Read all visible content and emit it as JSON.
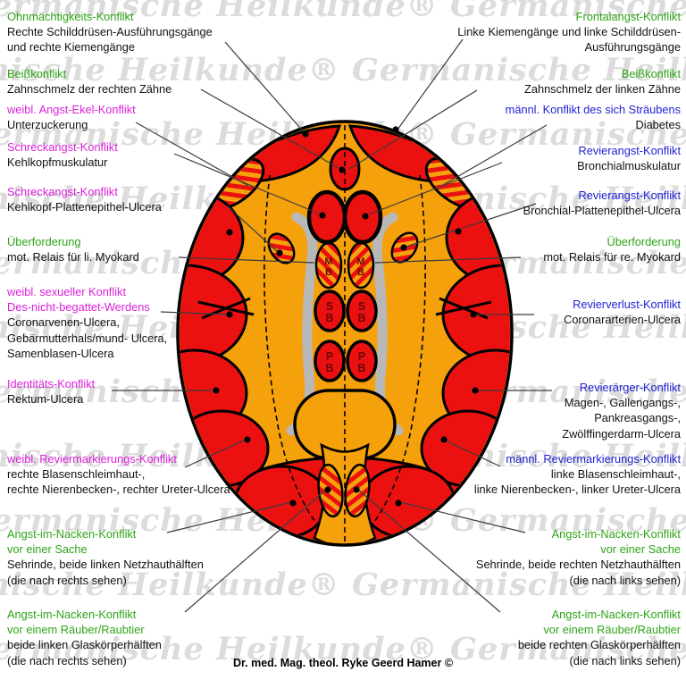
{
  "watermark_text": "Germanische Heilkunde®",
  "credit": "Dr. med. Mag. theol. Ryke Geerd Hamer ©",
  "colors": {
    "green": "#2EA417",
    "magenta": "#DB1FDB",
    "blue": "#2121D6",
    "body_text": "#111111",
    "red": "#EC1111",
    "orange": "#F5A10C",
    "outline": "#000000",
    "ventricle_gray": "#B8B8B8",
    "watermark_gray": "#DCDCDC",
    "leader_line": "#3C3C3C",
    "relay_letter": "#6E0404"
  },
  "relay_letters": {
    "mb": [
      "M",
      "B"
    ],
    "sb": [
      "S",
      "B"
    ],
    "pb": [
      "P",
      "B"
    ]
  },
  "left_labels": [
    {
      "color": "green",
      "title_lines": [
        "Ohnmächtigkeits-Konflikt"
      ],
      "body_lines": [
        "Rechte Schilddrüsen-Ausführungsgänge",
        "und rechte Kiemengänge"
      ]
    },
    {
      "color": "green",
      "title_lines": [
        "Beißkonflikt"
      ],
      "body_lines": [
        "Zahnschmelz der rechten Zähne"
      ]
    },
    {
      "color": "magenta",
      "title_lines": [
        "weibl. Angst-Ekel-Konflikt"
      ],
      "body_lines": [
        "Unterzuckerung"
      ]
    },
    {
      "color": "magenta",
      "title_lines": [
        "Schreckangst-Konflikt"
      ],
      "body_lines": [
        "Kehlkopfmuskulatur"
      ]
    },
    {
      "color": "magenta",
      "title_lines": [
        "Schreckangst-Konflikt"
      ],
      "body_lines": [
        "Kehlkopf-Plattenepithel-Ulcera"
      ]
    },
    {
      "color": "green",
      "title_lines": [
        "Überforderung"
      ],
      "body_lines": [
        "mot. Relais für li. Myokard"
      ]
    },
    {
      "color": "magenta",
      "title_lines": [
        "weibl. sexueller Konflikt",
        "Des-nicht-begattet-Werdens"
      ],
      "body_lines": [
        "Coronarvenen-Ulcera,",
        "Gebärmutterhals/mund- Ulcera,",
        "Samenblasen-Ulcera"
      ]
    },
    {
      "color": "magenta",
      "title_lines": [
        "Identitäts-Konflikt"
      ],
      "body_lines": [
        "Rektum-Ulcera"
      ]
    },
    {
      "color": "magenta",
      "title_lines": [
        "weibl. Reviermarkierungs-Konflikt"
      ],
      "body_lines": [
        "rechte Blasenschleimhaut-,",
        "rechte Nierenbecken-, rechter Ureter-Ulcera"
      ]
    },
    {
      "color": "green",
      "title_lines": [
        "Angst-im-Nacken-Konflikt",
        "vor einer Sache"
      ],
      "body_lines": [
        "Sehrinde, beide linken Netzhauthälften",
        "(die nach rechts sehen)"
      ]
    },
    {
      "color": "green",
      "title_lines": [
        "Angst-im-Nacken-Konflikt",
        "vor einem Räuber/Raubtier"
      ],
      "body_lines": [
        "beide linken Glaskörperhälften",
        "(die nach rechts sehen)"
      ]
    }
  ],
  "right_labels": [
    {
      "color": "green",
      "title_lines": [
        "Frontalangst-Konflikt"
      ],
      "body_lines": [
        "Linke Kiemengänge und linke Schilddrüsen-",
        "Ausführungsgänge"
      ]
    },
    {
      "color": "green",
      "title_lines": [
        "Beißkonflikt"
      ],
      "body_lines": [
        "Zahnschmelz der linken Zähne"
      ]
    },
    {
      "color": "blue",
      "title_lines": [
        "männl. Konflikt des sich Sträubens"
      ],
      "body_lines": [
        "Diabetes"
      ]
    },
    {
      "color": "blue",
      "title_lines": [
        "Revierangst-Konflikt"
      ],
      "body_lines": [
        "Bronchialmuskulatur"
      ]
    },
    {
      "color": "blue",
      "title_lines": [
        "Revierangst-Konflikt"
      ],
      "body_lines": [
        "Bronchial-Plattenepithel-Ulcera"
      ]
    },
    {
      "color": "green",
      "title_lines": [
        "Überforderung"
      ],
      "body_lines": [
        "mot. Relais für re. Myokard"
      ]
    },
    {
      "color": "blue",
      "title_lines": [
        "Revierverlust-Konflikt"
      ],
      "body_lines": [
        "Coronararterien-Ulcera"
      ]
    },
    {
      "color": "blue",
      "title_lines": [
        "Revierärger-Konflikt"
      ],
      "body_lines": [
        "Magen-, Gallengangs-,",
        "Pankreasgangs-,",
        "Zwölffingerdarm-Ulcera"
      ]
    },
    {
      "color": "blue",
      "title_lines": [
        "männl. Reviermarkierungs-Konflikt"
      ],
      "body_lines": [
        "linke Blasenschleimhaut-,",
        "linke Nierenbecken-, linker Ureter-Ulcera"
      ]
    },
    {
      "color": "green",
      "title_lines": [
        "Angst-im-Nacken-Konflikt",
        "vor einer Sache"
      ],
      "body_lines": [
        "Sehrinde, beide rechten Netzhauthälften",
        "(die nach links sehen)"
      ]
    },
    {
      "color": "green",
      "title_lines": [
        "Angst-im-Nacken-Konflikt",
        "vor einem Räuber/Raubtier"
      ],
      "body_lines": [
        "beide rechten Glaskörperhälften",
        "(die nach links sehen)"
      ]
    }
  ]
}
